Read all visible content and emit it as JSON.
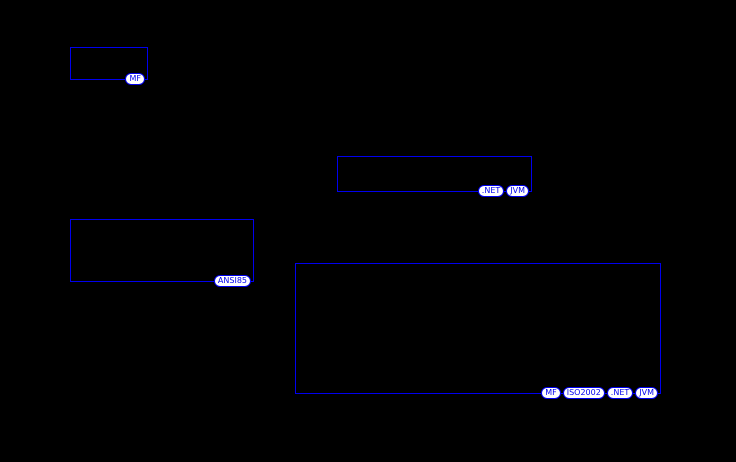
{
  "page": {
    "background_color": "#000000",
    "box_border_color": "#0000EE",
    "badge_background_color": "#FFFFFF",
    "badge_text_color": "#0000EE"
  },
  "boxes": [
    {
      "id": "box-1",
      "badges": [
        "MF"
      ]
    },
    {
      "id": "box-2",
      "badges": [
        ".NET",
        "JVM"
      ]
    },
    {
      "id": "box-3",
      "badges": [
        "ANSI85"
      ]
    },
    {
      "id": "box-4",
      "badges": [
        "MF",
        "ISO2002",
        ".NET",
        "JVM"
      ]
    }
  ]
}
